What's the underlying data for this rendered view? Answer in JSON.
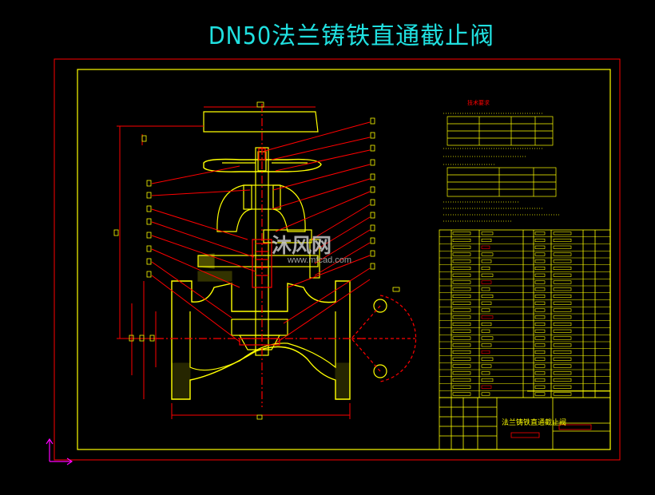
{
  "title": "DN50法兰铸铁直通截止阀",
  "titleblock": {
    "name": "法兰铸铁直通截止阀"
  },
  "tech_requirements_heading": "技术要求",
  "watermark": {
    "brand": "沐风网",
    "url": "www.mfcad.com"
  },
  "colors": {
    "frame": "#ff0000",
    "border": "#ffff00",
    "title": "#20e0e0",
    "dim": "#ff0000",
    "part": "#ffff00",
    "accent": "#ff00ff"
  }
}
